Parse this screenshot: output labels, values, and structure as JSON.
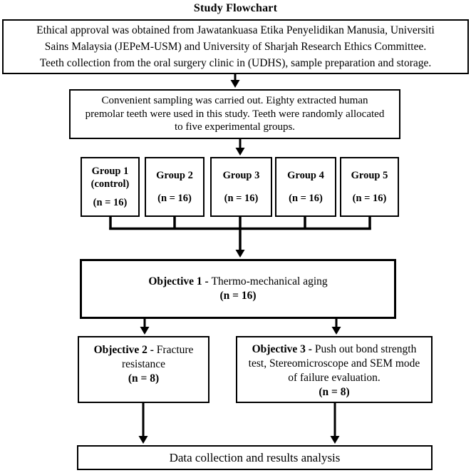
{
  "title": "Study Flowchart",
  "ethics_box": {
    "lines": [
      "Ethical approval was obtained from Jawatankuasa Etika Penyelidikan Manusia, Universiti",
      "Sains Malaysia (JEPeM-USM) and University of Sharjah Research Ethics Committee.",
      "Teeth collection from the oral surgery clinic in (UDHS), sample preparation and storage."
    ]
  },
  "sampling_box": {
    "lines": [
      "Convenient sampling was carried out. Eighty extracted human",
      "premolar teeth were used in this study. Teeth were randomly allocated",
      "to five experimental groups."
    ]
  },
  "groups": [
    {
      "label": "Group 1",
      "sublabel": "(control)",
      "n": "(n = 16)"
    },
    {
      "label": "Group 2",
      "sublabel": "",
      "n": "(n = 16)"
    },
    {
      "label": "Group 3",
      "sublabel": "",
      "n": "(n = 16)"
    },
    {
      "label": "Group 4",
      "sublabel": "",
      "n": "(n = 16)"
    },
    {
      "label": "Group 5",
      "sublabel": "",
      "n": "(n = 16)"
    }
  ],
  "objective1": {
    "prefix": "Objective 1 - ",
    "description": "Thermo-mechanical aging",
    "n": "(n = 16)"
  },
  "objective2": {
    "prefix": "Objective 2 - ",
    "description": "Fracture resistance",
    "n": "(n = 8)"
  },
  "objective3": {
    "prefix": "Objective 3 - ",
    "description": "Push out bond strength test, Stereomicroscope and SEM mode of failure evaluation.",
    "n": "(n = 8)"
  },
  "final_box": {
    "text": "Data collection and results analysis"
  },
  "colors": {
    "line": "#000000",
    "background": "#ffffff",
    "text": "#000000"
  }
}
